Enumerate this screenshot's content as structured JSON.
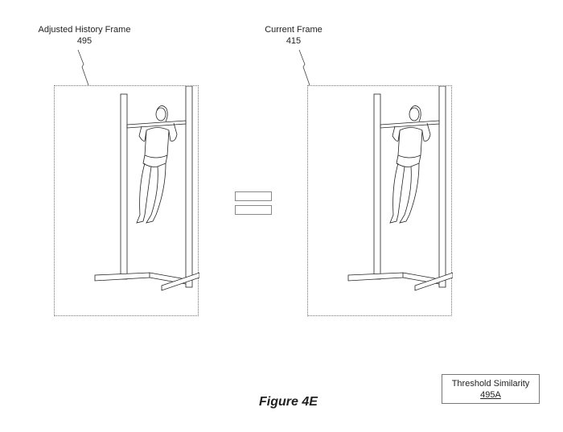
{
  "left_frame": {
    "title": "Adjusted History Frame",
    "ref": "495"
  },
  "right_frame": {
    "title": "Current Frame",
    "ref": "415"
  },
  "operator": "equals",
  "threshold": {
    "title": "Threshold Similarity",
    "ref": "495A"
  },
  "figure_caption": "Figure 4E"
}
